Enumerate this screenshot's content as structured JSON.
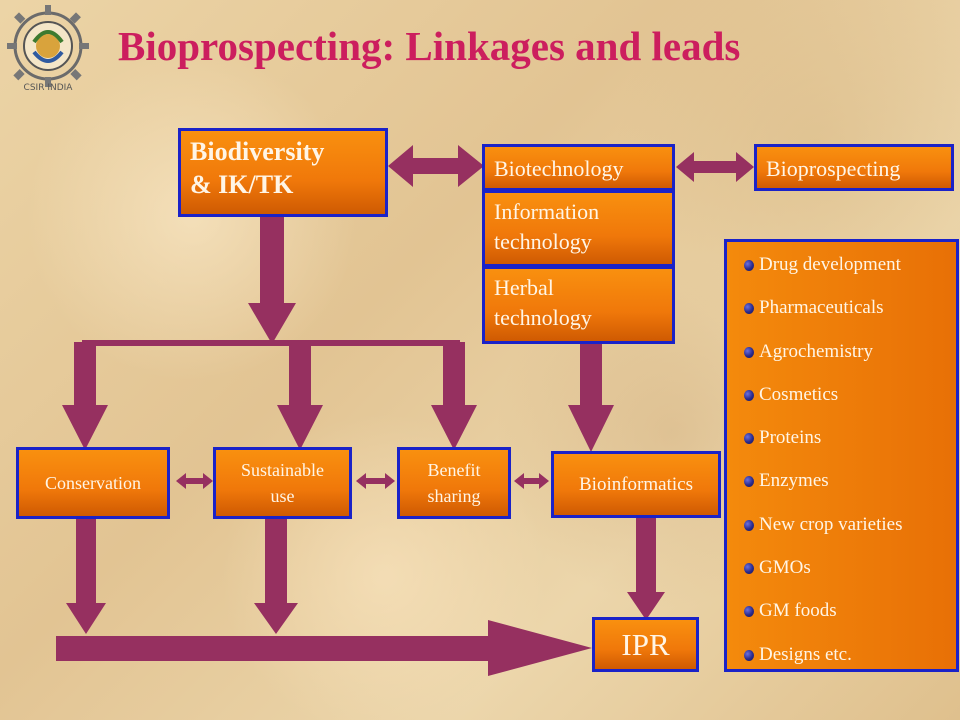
{
  "title": "Bioprospecting: Linkages and leads",
  "logo": {
    "text": "CSIR INDIA"
  },
  "boxes": {
    "biodiversity": {
      "line1": "Biodiversity",
      "line2": "& IK/TK"
    },
    "biotechnology": "Biotechnology",
    "information_technology": {
      "line1": "Information",
      "line2": "technology"
    },
    "herbal_technology": {
      "line1": "Herbal",
      "line2": "technology"
    },
    "bioprospecting": "Bioprospecting",
    "conservation": "Conservation",
    "sustainable_use": {
      "line1": "Sustainable",
      "line2": "use"
    },
    "benefit_sharing": {
      "line1": "Benefit",
      "line2": "sharing"
    },
    "bioinformatics": "Bioinformatics",
    "ipr": "IPR"
  },
  "leads": [
    "Drug development",
    "Pharmaceuticals",
    "Agrochemistry",
    "Cosmetics",
    "Proteins",
    "Enzymes",
    "New crop varieties",
    "GMOs",
    "GM foods",
    "Designs etc."
  ],
  "colors": {
    "title": "#cc1e5e",
    "box_fill": "#f0780a",
    "box_border": "#1a22c8",
    "arrow": "#963060",
    "bullet": "#2a2a8a"
  }
}
